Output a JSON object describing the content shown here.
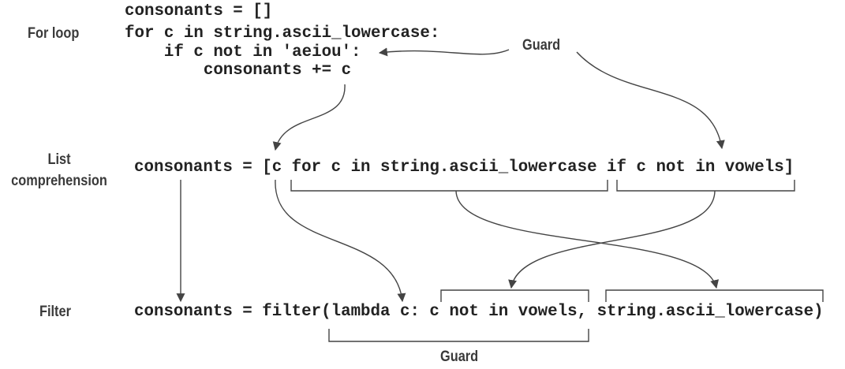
{
  "labels": {
    "for_loop": "For loop",
    "list_line1": "List",
    "list_line2": "comprehension",
    "filter": "Filter",
    "guard_top": "Guard",
    "guard_bottom": "Guard"
  },
  "for_loop_code": [
    "consonants = []",
    "for c in string.ascii_lowercase:",
    "    if c not in 'aeiou':",
    "        consonants += c"
  ],
  "list_comprehension_code": "consonants = [c for c in string.ascii_lowercase if c not in vowels]",
  "filter_code": "consonants = filter(lambda c: c not in vowels, string.ascii_lowercase)",
  "colors": {
    "line": "#444444",
    "text": "#222222"
  }
}
